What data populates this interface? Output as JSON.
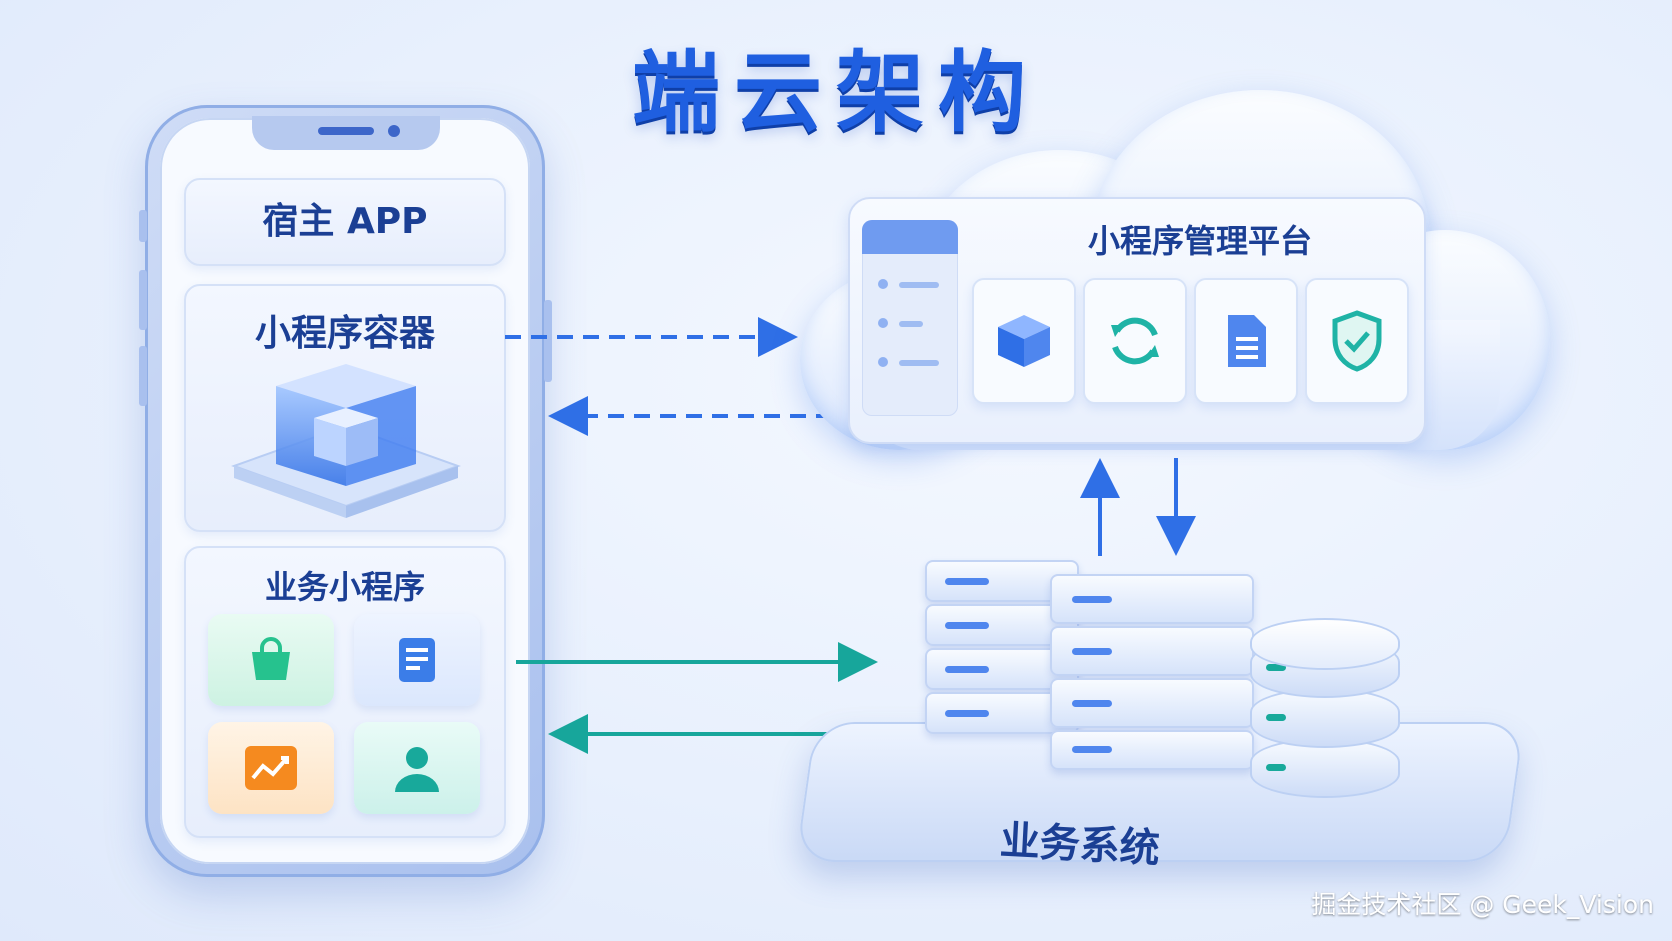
{
  "title": "端云架构",
  "phone": {
    "host_app_label": "宿主 APP",
    "container_label": "小程序容器",
    "business_label": "业务小程序",
    "tiles": [
      {
        "icon": "shopping-bag-icon",
        "color": "#26c28e"
      },
      {
        "icon": "document-icon",
        "color": "#3b7de8"
      },
      {
        "icon": "trend-chart-icon",
        "color": "#f58a1f"
      },
      {
        "icon": "user-icon",
        "color": "#18a99b"
      }
    ]
  },
  "cloud": {
    "platform_label": "小程序管理平台",
    "icons": [
      "cube-icon",
      "sync-icon",
      "file-icon",
      "shield-check-icon"
    ]
  },
  "backend": {
    "label": "业务系统"
  },
  "colors": {
    "accent": "#1f5fe0",
    "dashed_arrow": "#2f6fe6",
    "solid_arrow": "#17a69b"
  },
  "watermark": "掘金技术社区 @ Geek_Vision"
}
